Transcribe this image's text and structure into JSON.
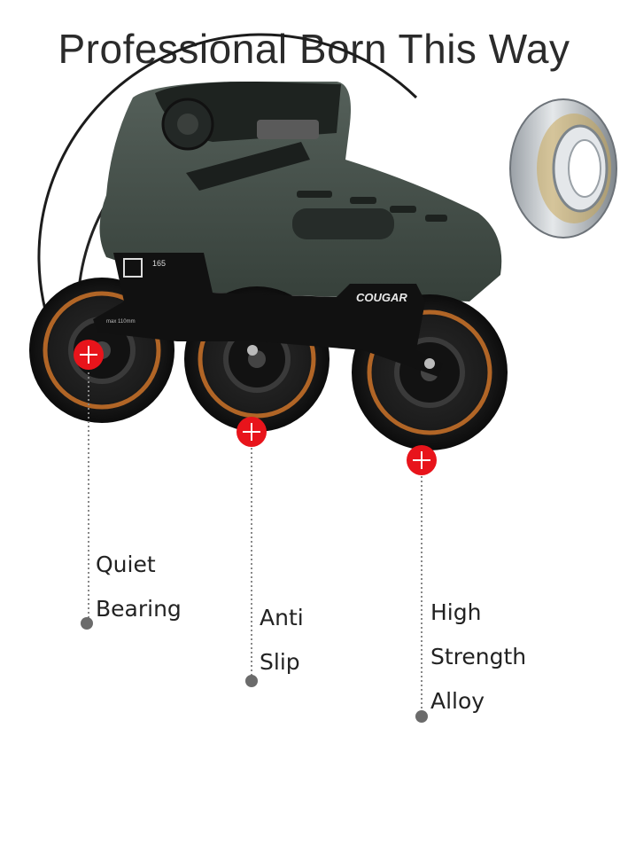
{
  "title": "Professional Born This Way",
  "frame": {
    "mark": "COUGAR",
    "size": "165",
    "wheel_text": "max 110mm"
  },
  "callouts": [
    {
      "id": "quiet-bearing",
      "lines": [
        "Quiet",
        "Bearing"
      ]
    },
    {
      "id": "anti-slip",
      "lines": [
        "Anti",
        "Slip"
      ]
    },
    {
      "id": "high-strength-alloy",
      "lines": [
        "High",
        "Strength",
        "Alloy"
      ]
    }
  ],
  "colors": {
    "boot": "#3f4a44",
    "frame": "#121212",
    "wheel": "#1a1a1a",
    "wheel_accent": "#d8792b",
    "marker": "#e8141b",
    "dot": "#6b6b6b",
    "title": "#2b2b2b"
  },
  "icons": [
    "bearing-icon",
    "plus-marker-icon"
  ]
}
